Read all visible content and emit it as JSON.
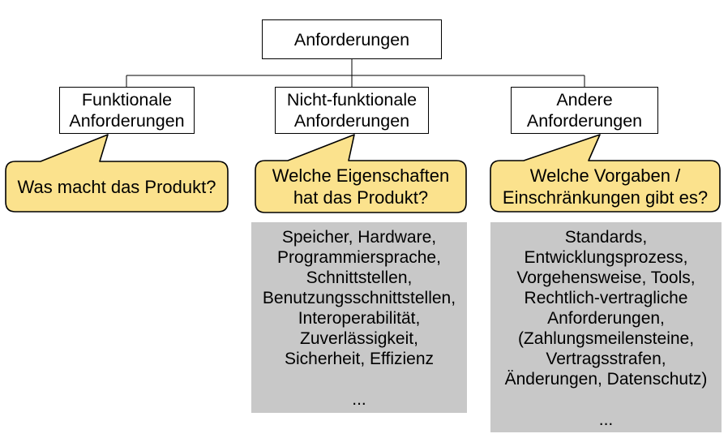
{
  "colors": {
    "callout_fill": "#fbe28d",
    "callout_border": "#000000",
    "detail_fill": "#c8c8c8",
    "node_fill": "#ffffff",
    "line": "#000000",
    "text": "#000000"
  },
  "root": {
    "label": "Anforderungen"
  },
  "branches": [
    {
      "id": "funktionale",
      "title": "Funktionale\nAnforderungen",
      "callout": "Was macht das Produkt?",
      "details": ""
    },
    {
      "id": "nicht-funktionale",
      "title": "Nicht-funktionale\nAnforderungen",
      "callout": "Welche Eigenschaften\nhat das Produkt?",
      "details": "Speicher, Hardware,\nProgrammiersprache,\nSchnittstellen,\nBenutzungsschnittstellen,\nInteroperabilität,\nZuverlässigkeit,\nSicherheit, Effizienz\n\n..."
    },
    {
      "id": "andere",
      "title": "Andere\nAnforderungen",
      "callout": "Welche Vorgaben /\nEinschränkungen gibt es?",
      "details": "Standards,\nEntwicklungsprozess,\nVorgehensweise, Tools,\nRechtlich-vertragliche\nAnforderungen,\n(Zahlungsmeilensteine,\nVertragsstrafen,\nÄnderungen, Datenschutz)\n\n..."
    }
  ]
}
